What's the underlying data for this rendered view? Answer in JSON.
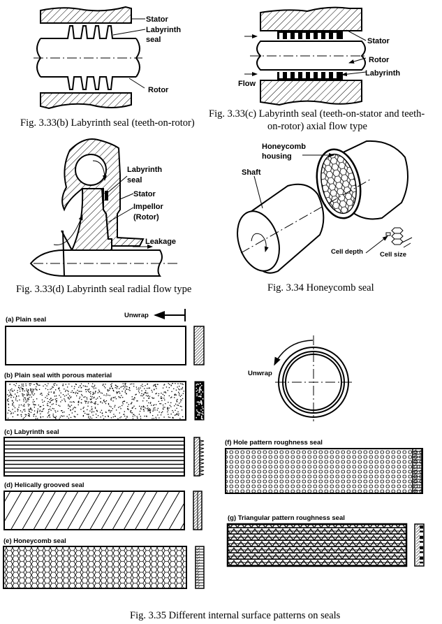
{
  "figures": {
    "fig_333b": {
      "caption": "Fig. 3.33(b) Labyrinth seal (teeth-on-rotor)",
      "labels": {
        "stator": "Stator",
        "labyrinth_line1": "Labyrinth",
        "labyrinth_line2": "seal",
        "rotor": "Rotor"
      }
    },
    "fig_333c": {
      "caption_line1": "Fig. 3.33(c) Labyrinth seal (teeth-on-stator and teeth-",
      "caption_line2": "on-rotor) axial flow type",
      "labels": {
        "stator": "Stator",
        "rotor": "Rotor",
        "labyrinth": "Labyrinth",
        "flow": "Flow"
      }
    },
    "fig_333d": {
      "caption": "Fig. 3.33(d) Labyrinth seal radial flow type",
      "labels": {
        "labyrinth_line1": "Labyrinth",
        "labyrinth_line2": "seal",
        "stator": "Stator",
        "impellor_line1": "Impellor",
        "impellor_line2": "(Rotor)",
        "leakage": "Leakage"
      }
    },
    "fig_334": {
      "caption": "Fig. 3.34 Honeycomb seal",
      "labels": {
        "housing_line1": "Honeycomb",
        "housing_line2": "housing",
        "shaft": "Shaft",
        "cell_depth": "Cell depth",
        "cell_size": "Cell size"
      }
    },
    "fig_335": {
      "caption": "Fig. 3.35 Different internal surface patterns on seals",
      "unwrap_label": "Unwrap",
      "unwrap_label_circle": "Unwrap",
      "panels": [
        {
          "id": "a",
          "label": "(a) Plain seal"
        },
        {
          "id": "b",
          "label": "(b) Plain seal with porous material"
        },
        {
          "id": "c",
          "label": "(c) Labyrinth seal"
        },
        {
          "id": "d",
          "label": "(d) Helically grooved seal"
        },
        {
          "id": "e",
          "label": "(e) Honeycomb seal"
        },
        {
          "id": "f",
          "label": "(f) Hole pattern roughness seal"
        },
        {
          "id": "g",
          "label": "(g) Triangular pattern roughness seal"
        }
      ]
    }
  },
  "colors": {
    "ink": "#000000",
    "paper": "#ffffff"
  }
}
